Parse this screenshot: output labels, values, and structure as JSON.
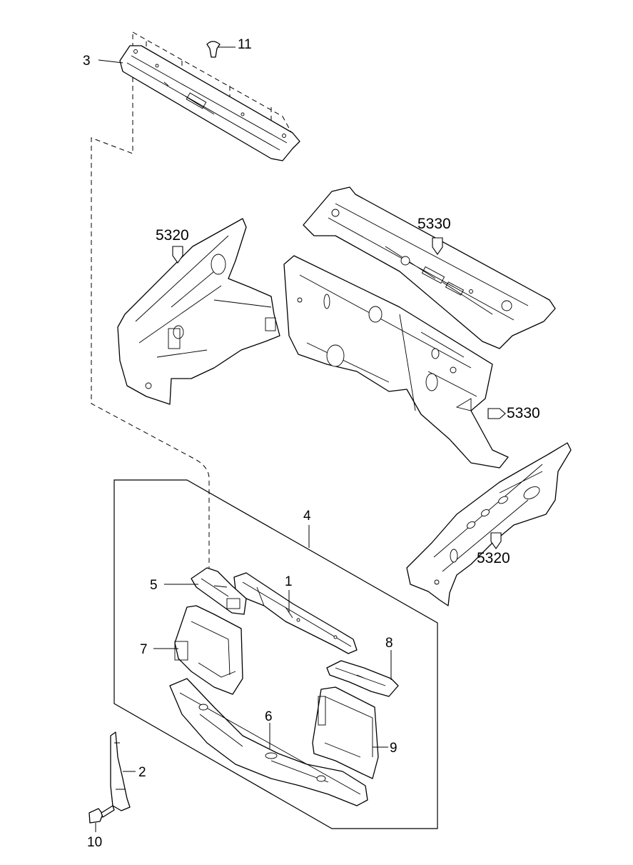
{
  "callouts": {
    "c1": "1",
    "c2": "2",
    "c3": "3",
    "c4": "4",
    "c5": "5",
    "c6": "6",
    "c7": "7",
    "c8": "8",
    "c9": "9",
    "c10": "10",
    "c11": "11",
    "ref_5320_top": "5320",
    "ref_5330_top": "5330",
    "ref_5330_right": "5330",
    "ref_5320_bottom": "5320"
  }
}
